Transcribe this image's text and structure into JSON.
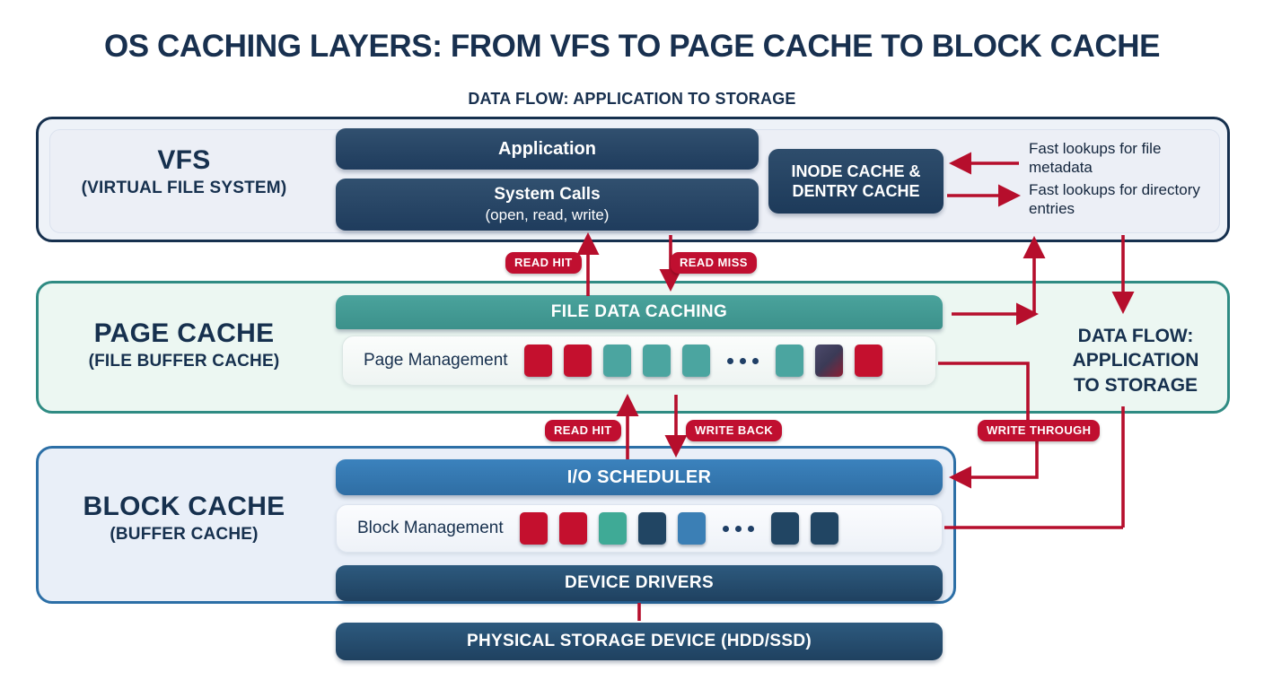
{
  "title": "OS CACHING LAYERS: FROM VFS TO PAGE CACHE TO BLOCK CACHE",
  "subtitle": "DATA FLOW: APPLICATION TO STORAGE",
  "colors": {
    "navy": "#16304e",
    "crimson": "#c00f30",
    "teal": "#3c918b",
    "blue": "#2f6ea4",
    "page_panel_bg": "#ecf7f2",
    "block_panel_bg": "#e9eff8",
    "vfs_panel_bg": "#eef2f8"
  },
  "layers": {
    "vfs": {
      "title": "VFS",
      "subtitle": "(VIRTUAL FILE SYSTEM)",
      "boxes": {
        "application": "Application",
        "system_calls": "System Calls",
        "system_calls_sub": "(open, read, write)",
        "inode_cache_line1": "INODE CACHE &",
        "inode_cache_line2": "DENTRY CACHE"
      },
      "notes": {
        "metadata": "Fast lookups for file metadata",
        "dentry": "Fast lookups for directory entries"
      }
    },
    "page_cache": {
      "title": "PAGE CACHE",
      "subtitle": "(FILE BUFFER CACHE)",
      "header_bar": "FILE DATA CACHING",
      "strip_label": "Page Management",
      "cells": [
        {
          "type": "red",
          "color": "#c4102e"
        },
        {
          "type": "red",
          "color": "#c4102e"
        },
        {
          "type": "teal",
          "color": "#4ba5a0"
        },
        {
          "type": "teal",
          "color": "#4ba5a0"
        },
        {
          "type": "teal",
          "color": "#4ba5a0"
        },
        {
          "type": "ellipsis",
          "color": "#1f3f66"
        },
        {
          "type": "teal",
          "color": "#4ba5a0"
        },
        {
          "type": "mixed",
          "color": "#3b3a56"
        },
        {
          "type": "red",
          "color": "#c4102e"
        }
      ]
    },
    "block_cache": {
      "title": "BLOCK CACHE",
      "subtitle": "(BUFFER CACHE)",
      "header_bar": "I/O SCHEDULER",
      "strip_label": "Block Management",
      "cells": [
        {
          "type": "red",
          "color": "#c4102e"
        },
        {
          "type": "red",
          "color": "#c4102e"
        },
        {
          "type": "green",
          "color": "#3faa96"
        },
        {
          "type": "navy",
          "color": "#214563"
        },
        {
          "type": "blue",
          "color": "#3b7fb5"
        },
        {
          "type": "ellipsis",
          "color": "#1f3f66"
        },
        {
          "type": "navy",
          "color": "#214563"
        },
        {
          "type": "navy",
          "color": "#214563"
        }
      ],
      "device_drivers": "DEVICE DRIVERS",
      "physical_storage": "PHYSICAL STORAGE DEVICE (HDD/SSD)"
    }
  },
  "right_callout": {
    "line1": "DATA FLOW:",
    "line2": "APPLICATION",
    "line3": "TO STORAGE"
  },
  "flow_labels": {
    "read_hit_upper": "READ HIT",
    "read_miss": "READ MISS",
    "read_hit_lower": "READ HIT",
    "write_back": "WRITE BACK",
    "write_through": "WRITE THROUGH"
  }
}
